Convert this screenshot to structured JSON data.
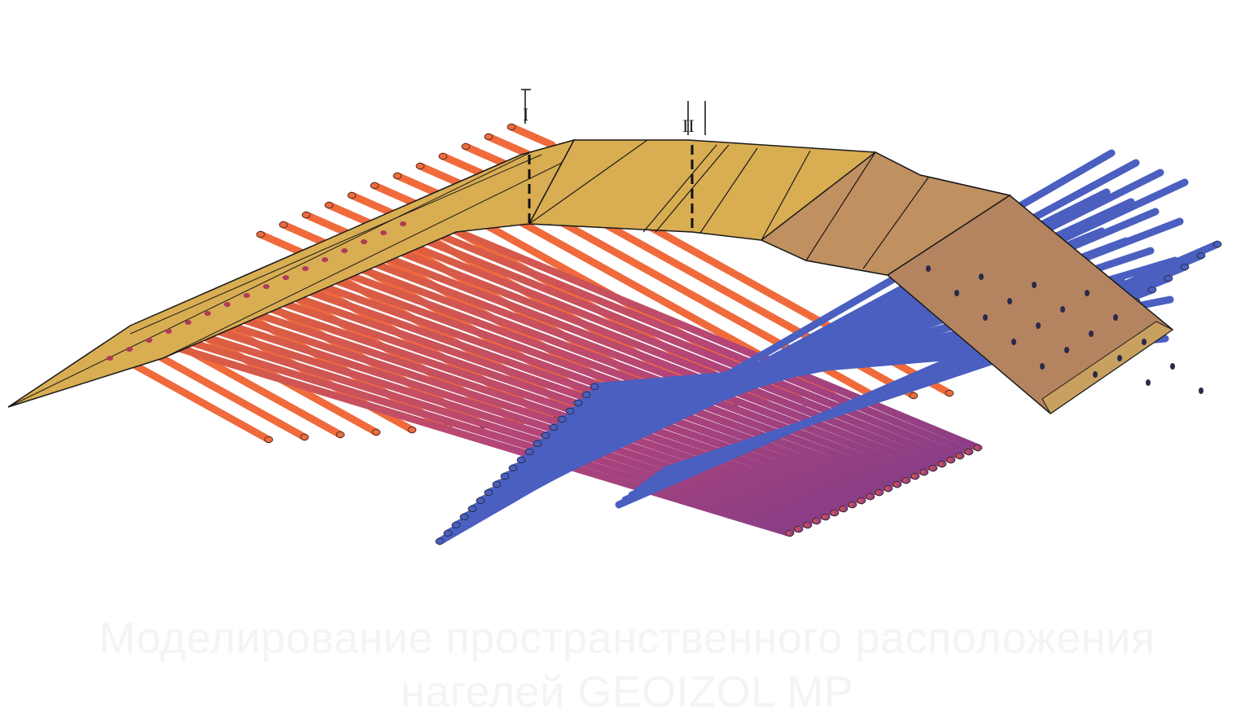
{
  "section_marks": [
    {
      "label": "I"
    },
    {
      "label": "II"
    }
  ],
  "caption": {
    "line1": "Моделирование пространственного расположения",
    "line2": "нагелей GEOIZOL MP"
  },
  "colors": {
    "rod_orange": "#f07040",
    "rod_purple": "#b0407a",
    "rod_blue": "#4a5fc0",
    "rod_teal_edge": "#2f8a7a",
    "crest_fill": "#d9ad52",
    "slope_fill": "#c09060",
    "face_fill": "#b48460",
    "outline": "#1a1a1a"
  },
  "icons": [
    "section-mark-icon"
  ]
}
